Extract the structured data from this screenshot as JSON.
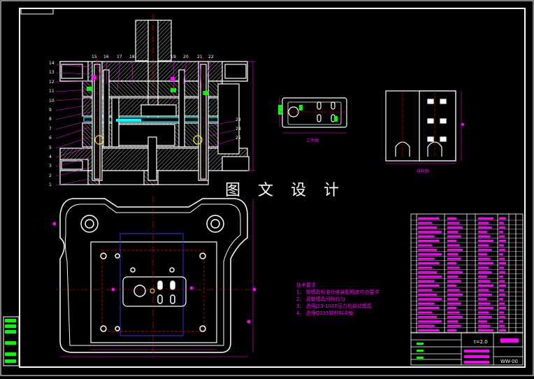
{
  "watermark": "图 文 设 计",
  "views": {
    "workpiece_label": "工件图",
    "layout_label": "排样图"
  },
  "part_numbers": {
    "left": [
      "14",
      "13",
      "12",
      "11",
      "10",
      "9",
      "8",
      "7",
      "6",
      "5",
      "4",
      "3",
      "2",
      "1"
    ],
    "top": [
      "15",
      "16",
      "17",
      "18",
      "19",
      "20",
      "21",
      "22"
    ],
    "right": [
      "23",
      "24",
      "25"
    ]
  },
  "technical_requirements": {
    "title": "技术要求",
    "items": [
      "1、 按模具标准验收装配精度符合要求",
      "2、 调整模具间隙均匀",
      "3、 选用J23-100T压力机调试模具",
      "4、 选用Q235钢材料冲裁"
    ]
  },
  "title_block": {
    "thickness_label": "t=2.0",
    "drawing_no": "WW-00"
  },
  "colors": {
    "line": "#ffffff",
    "hatch": "#ffffff",
    "centerline": "#ff0000",
    "dimension": "#ff00ff",
    "strip": "#00ffff",
    "blank": "#3333ff",
    "leader": "#ff00ff",
    "accent": "#00ff00"
  }
}
